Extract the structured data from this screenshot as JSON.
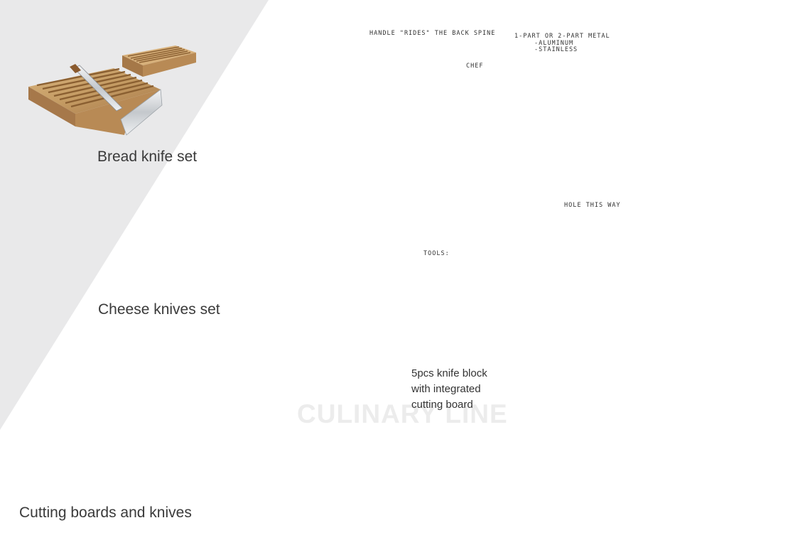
{
  "captions": {
    "bread": "Bread knife set",
    "cheese": "Cheese knives set",
    "brand": "Cutting boards and knives"
  },
  "sketch_notes": {
    "handle": "HANDLE \"RIDES\" THE BACK SPINE",
    "metal_1": "1-PART OR 2-PART METAL",
    "metal_2": "-ALUMINUM",
    "metal_3": "-STAINLESS",
    "chef": "CHEF",
    "hole": "HOLE THIS WAY",
    "tools": "TOOLS:"
  },
  "block_description": {
    "line1": "5pcs knife block",
    "line2": "with integrated",
    "line3": "cutting board"
  },
  "watermark": "CULINARY LINE",
  "colors": {
    "panel": "#e9e9ea",
    "wood": "#b98e58",
    "wood_dark": "#7a5328",
    "steel": "#c9cdd1",
    "brand_blue": "#1d4f8f"
  },
  "icons": {
    "logo": "pf-logo-icon"
  }
}
